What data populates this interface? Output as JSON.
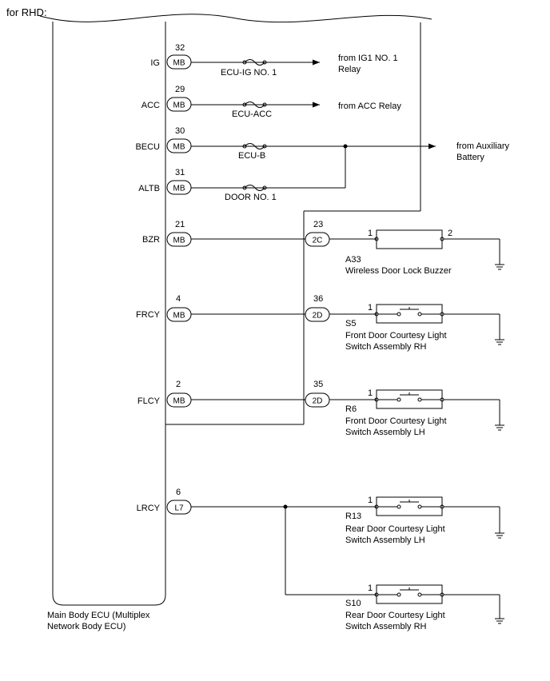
{
  "header": "for RHD:",
  "ecu": {
    "name_line1": "Main Body ECU (Multiplex",
    "name_line2": "Network Body ECU)"
  },
  "terminals": [
    {
      "signal": "IG",
      "pin": "32",
      "connector": "MB"
    },
    {
      "signal": "ACC",
      "pin": "29",
      "connector": "MB"
    },
    {
      "signal": "BECU",
      "pin": "30",
      "connector": "MB"
    },
    {
      "signal": "ALTB",
      "pin": "31",
      "connector": "MB"
    },
    {
      "signal": "BZR",
      "pin": "21",
      "connector": "MB"
    },
    {
      "signal": "FRCY",
      "pin": "4",
      "connector": "MB"
    },
    {
      "signal": "FLCY",
      "pin": "2",
      "connector": "MB"
    },
    {
      "signal": "LRCY",
      "pin": "6",
      "connector": "L7"
    }
  ],
  "fuses": [
    "ECU-IG NO. 1",
    "ECU-ACC",
    "ECU-B",
    "DOOR NO. 1"
  ],
  "sources": {
    "ig1_line1": "from IG1 NO. 1",
    "ig1_line2": "Relay",
    "acc": "from ACC Relay",
    "aux_line1": "from Auxiliary",
    "aux_line2": "Battery"
  },
  "junctions": [
    {
      "pin": "23",
      "connector": "2C"
    },
    {
      "pin": "36",
      "connector": "2D"
    },
    {
      "pin": "35",
      "connector": "2D"
    }
  ],
  "components": [
    {
      "code": "A33",
      "name_line1": "Wireless Door Lock Buzzer",
      "name_line2": "",
      "pin_left": "1",
      "pin_right": "2"
    },
    {
      "code": "S5",
      "name_line1": "Front Door Courtesy Light",
      "name_line2": "Switch Assembly RH",
      "pin_left": "1"
    },
    {
      "code": "R6",
      "name_line1": "Front Door Courtesy Light",
      "name_line2": "Switch Assembly LH",
      "pin_left": "1"
    },
    {
      "code": "R13",
      "name_line1": "Rear Door Courtesy Light",
      "name_line2": "Switch Assembly LH",
      "pin_left": "1"
    },
    {
      "code": "S10",
      "name_line1": "Rear Door Courtesy Light",
      "name_line2": "Switch Assembly RH",
      "pin_left": "1"
    }
  ]
}
